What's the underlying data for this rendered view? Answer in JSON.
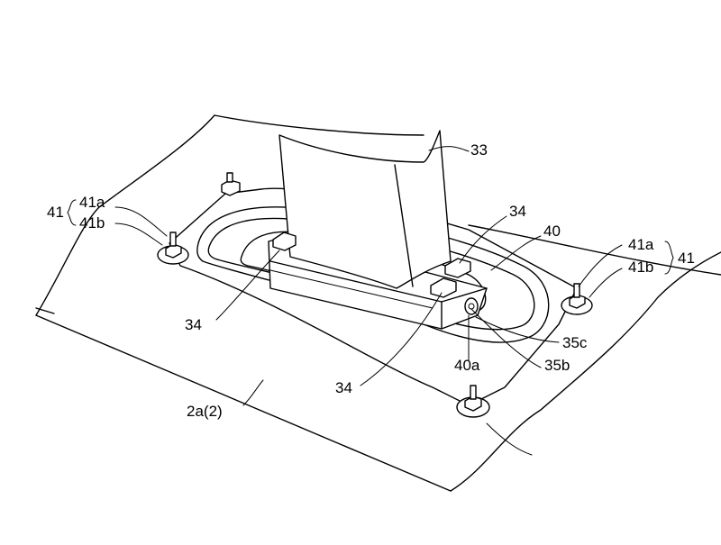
{
  "labels": {
    "l33": "33",
    "l34_right": "34",
    "l40": "40",
    "l41_left": "41",
    "l41a_left": "41a",
    "l41b_left": "41b",
    "l41a_right": "41a",
    "l41b_right": "41b",
    "l41_right": "41",
    "l34_left": "34",
    "l34_bottom": "34",
    "l35c": "35c",
    "l40a": "40a",
    "l35b": "35b",
    "l2a": "2a(2)"
  }
}
